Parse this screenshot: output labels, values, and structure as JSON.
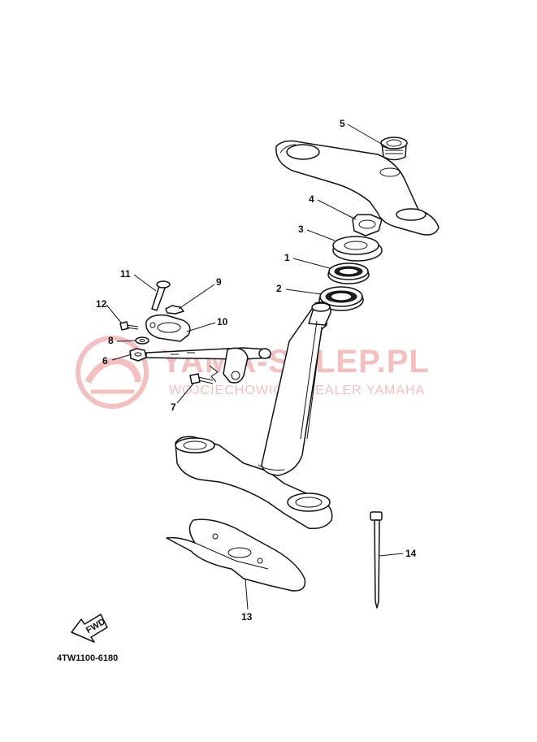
{
  "watermark": {
    "title": "YAMA-SKLEP.PL",
    "subtitle": "WOJCIECHOWICZ | DEALER YAMAHA",
    "color": "#f3b5b5"
  },
  "diagram_code": "4TW1100-6180",
  "fwd_label": "FWD",
  "callouts": {
    "c1": "1",
    "c2": "2",
    "c3": "3",
    "c4": "4",
    "c5": "5",
    "c6": "6",
    "c7": "7",
    "c8": "8",
    "c9": "9",
    "c10": "10",
    "c11": "11",
    "c12": "12",
    "c13": "13",
    "c14": "14"
  }
}
